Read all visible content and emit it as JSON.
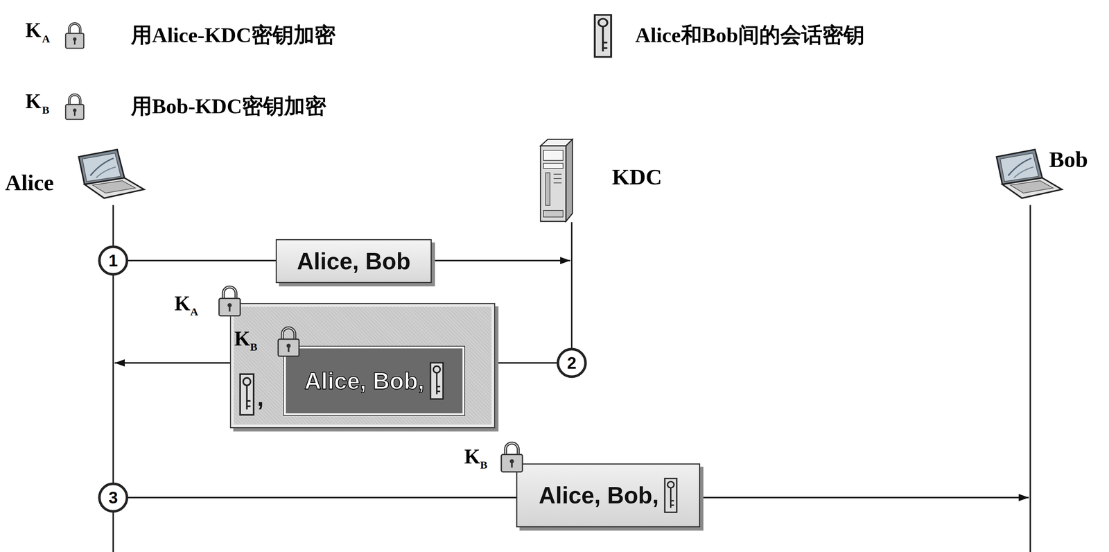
{
  "diagram": {
    "nodes": [
      {
        "text": [
          "Alice, Bob"
        ]
      },
      {
        "text": [
          "K",
          "A",
          ","
        ]
      },
      {
        "text": [
          "K",
          "B",
          "Alice, Bob,"
        ],
        "in": 1
      },
      {
        "text": [
          "K",
          "B",
          "Alice, Bob,"
        ]
      }
    ],
    "labels": [
      "K",
      "A",
      "K",
      "B",
      "Alice",
      "KDC",
      "Bob",
      "1",
      "2",
      "3"
    ],
    "legend": [
      {
        "text": "用Alice-KDC密钥加密"
      },
      {
        "text": "用Bob-KDC密钥加密"
      },
      {
        "text": "Alice和Bob间的会话密钥"
      }
    ]
  }
}
